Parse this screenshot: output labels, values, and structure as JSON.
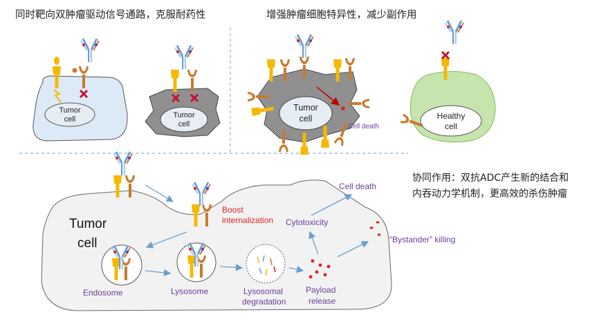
{
  "panels": {
    "top_left_caption": "同时靶向双肿瘤驱动信号通路，克服耐药性",
    "top_right_caption": "增强肿瘤细胞特异性，减少副作用",
    "synergy_line1": "协同作用：双抗ADC产生新的结合和",
    "synergy_line2": "内吞动力学机制，更高效的杀伤肿瘤"
  },
  "cells": {
    "tumor_small_1": "Tumor",
    "tumor_small_2": "cell",
    "tumor_mid_1": "Tumor",
    "tumor_mid_2": "cell",
    "healthy_1": "Healthy",
    "healthy_2": "cell",
    "tumor_big_1": "Tumor",
    "tumor_big_2": "cell"
  },
  "labels": {
    "cell_death_small": "Cell death",
    "cell_death": "Cell death",
    "boost_1": "Boost",
    "boost_2": "internalization",
    "cytotoxicity": "Cytotoxicity",
    "bystander": "“Bystander” killing",
    "endosome": "Endosome",
    "lysosome": "Lysosome",
    "lysosomal_1": "Lysosomal",
    "lysosomal_2": "degradation",
    "payload_1": "Payload",
    "payload_2": "release"
  },
  "colors": {
    "tumor_light": "#dce9f6",
    "tumor_gray": "#909090",
    "tumor_panel": "#f2f2f2",
    "healthy": "#c6e4ad",
    "healthy_border": "#8cc36d",
    "nucleus": "#e6edf5",
    "receptor_yellow": "#f5b800",
    "receptor_orange": "#c97a2e",
    "antibody_blue": "#6d9ed2",
    "antibody_light": "#a9c9ea",
    "payload_red": "#e02020",
    "label_purple": "#6a3d9a",
    "arrow_blue": "#6a9fd0",
    "divider": "#7fb3d8"
  }
}
